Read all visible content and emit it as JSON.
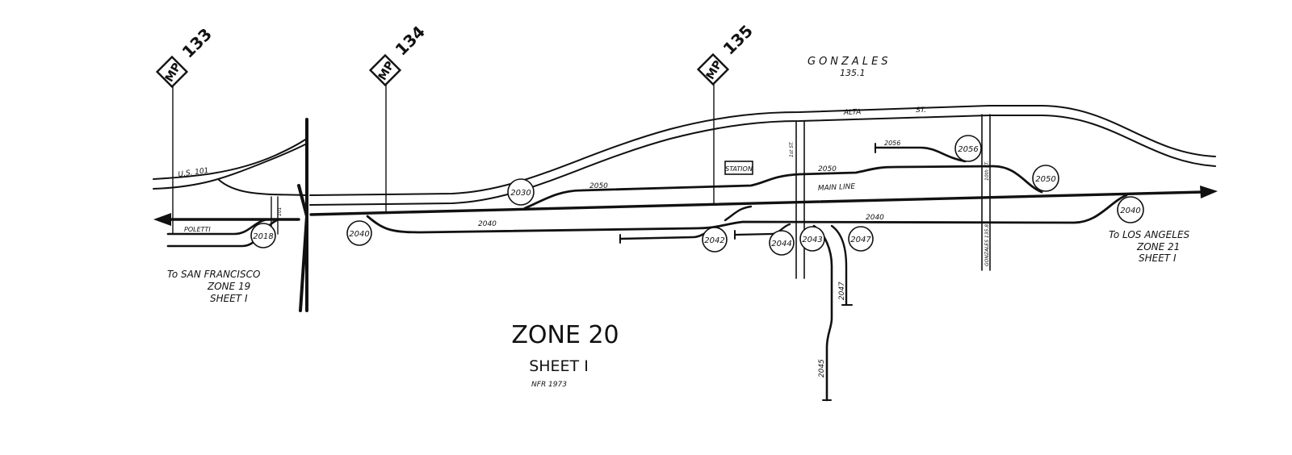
{
  "title": {
    "zone": "ZONE 20",
    "sheet": "SHEET I",
    "credit": "NFR 1973"
  },
  "town": {
    "name": "GONZALES",
    "milepost": "135.1"
  },
  "mileposts": [
    {
      "prefix": "MP",
      "number": "133"
    },
    {
      "prefix": "MP",
      "number": "134"
    },
    {
      "prefix": "MP",
      "number": "135"
    }
  ],
  "roads": {
    "highway": "U.S. 101",
    "alta_street": "ALTA",
    "alta_street_suffix": "ST.",
    "cross_street_left": "1st ST.",
    "cross_street_right": "10th ST.",
    "cross_street_gonzales": "GONZALES 135.8",
    "small_road": "101"
  },
  "station_label": "STATION",
  "main_line_label": "MAIN LINE",
  "siding_labels": {
    "s2040_left": "2040",
    "s2040_right": "2040",
    "s2050_left": "2050",
    "s2050_right": "2050",
    "s2056": "2056",
    "s2045": "2045",
    "s2047": "2047",
    "polletti": "POLETTI"
  },
  "switch_numbers": [
    "2018",
    "2040",
    "2030",
    "2042",
    "2044",
    "2043",
    "2047",
    "2056",
    "2050",
    "2040"
  ],
  "destinations": {
    "west": {
      "line1": "To SAN FRANCISCO",
      "line2": "ZONE 19",
      "line3": "SHEET I"
    },
    "east": {
      "line1": "To LOS ANGELES",
      "line2": "ZONE 21",
      "line3": "SHEET I"
    }
  },
  "colors": {
    "ink": "#111111",
    "paper": "#ffffff"
  }
}
